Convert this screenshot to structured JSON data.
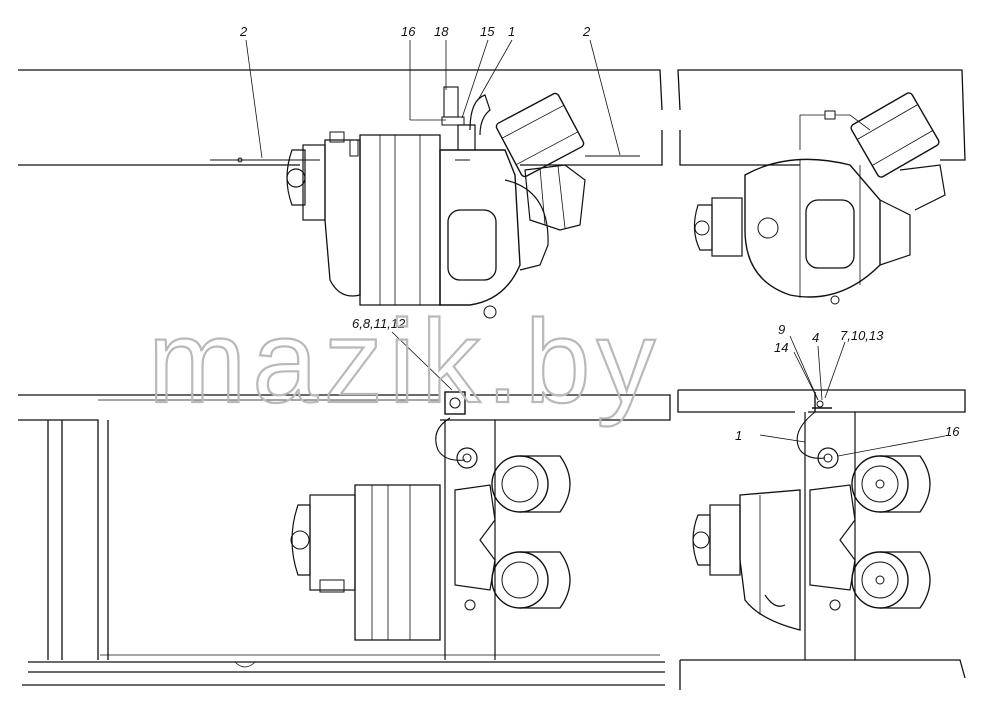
{
  "watermark": "mazik.by",
  "callouts": {
    "top_left": {
      "two_a": "2",
      "c16": "16",
      "c18": "18",
      "c15": "15",
      "c1": "1",
      "two_b": "2"
    },
    "bottom_left": {
      "group": "6,8,11,12"
    },
    "bottom_right": {
      "c9": "9",
      "c14": "14",
      "c4": "4",
      "group": "7,10,13",
      "c1": "1",
      "c16": "16"
    }
  }
}
